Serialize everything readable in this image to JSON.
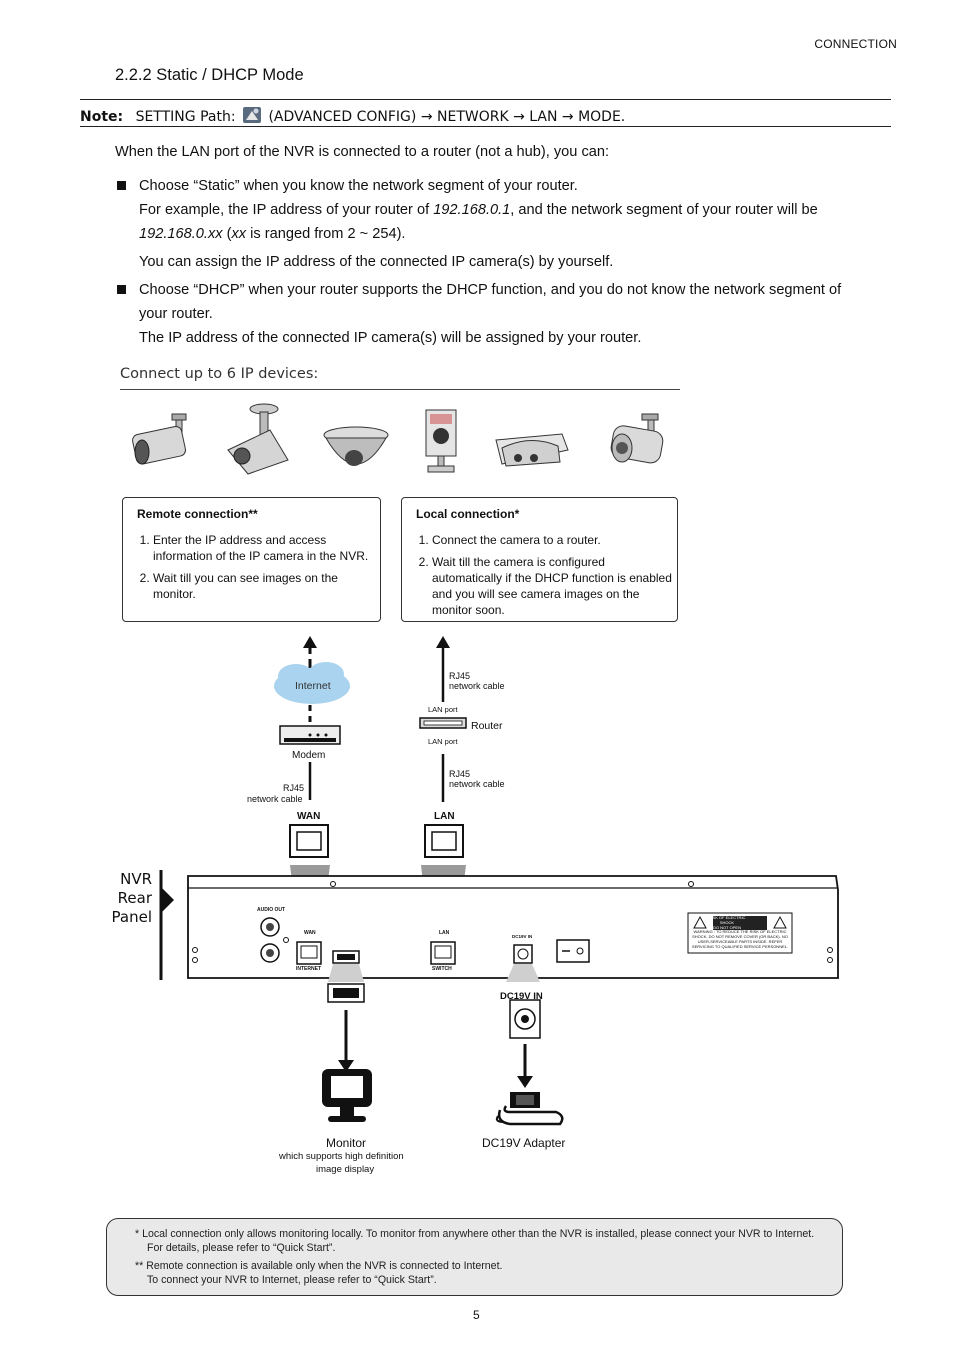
{
  "header": {
    "section_name": "CONNECTION"
  },
  "section_title": "2.2.2 Static / DHCP Mode",
  "note": {
    "label": "Note:",
    "prefix": "SETTING Path:",
    "path": "(ADVANCED CONFIG) → NETWORK → LAN → MODE."
  },
  "intro": "When the LAN port of the NVR is connected to a router (not a hub), you can:",
  "bullets": [
    {
      "line1": "Choose “Static” when you know the network segment of your router.",
      "line2a": "For example, the IP address of your router of ",
      "line2b": "192.168.0.1",
      "line2c": ", and the network segment of your router will be",
      "line3a": "192.168.0.xx",
      "line3b": " (",
      "line3c": "xx",
      "line3d": " is ranged from 2 ~ 254).",
      "line4": "You can assign the IP address of the connected IP camera(s) by yourself."
    },
    {
      "line1": "Choose “DHCP” when your router supports the DHCP function, and you do not know the network segment of",
      "line2": "your router.",
      "line3": "The IP address of the connected IP camera(s) will be assigned by your router."
    }
  ],
  "diagram": {
    "subtitle": "Connect up to 6 IP devices:",
    "remote_box": {
      "title": "Remote connection**",
      "items": [
        "Enter the IP address and access information of the IP camera in the NVR.",
        "Wait till you can see images on the monitor."
      ]
    },
    "local_box": {
      "title": "Local connection*",
      "items": [
        "Connect the camera to a router.",
        "Wait till the camera is configured automatically if the DHCP function is enabled and you will see camera images on the monitor soon."
      ]
    },
    "labels": {
      "internet": "Internet",
      "rj45": "RJ45",
      "network_cable": "network cable",
      "lan_port": "LAN port",
      "router": "Router",
      "modem": "Modem",
      "wan": "WAN",
      "lan": "LAN",
      "nvr_1": "NVR",
      "nvr_2": "Rear",
      "nvr_3": "Panel",
      "audio_out": "AUDIO OUT",
      "wan_small": "WAN",
      "internet_small": "INTERNET",
      "lan_small": "LAN",
      "switch_small": "SWITCH",
      "dc_small": "DC19V IN",
      "dc19v_in": "DC19V IN",
      "monitor": "Monitor",
      "monitor_desc1": "which supports high definition",
      "monitor_desc2": "image display",
      "adapter": "DC19V Adapter",
      "warn_1": "RISK OF ELECTRIC SHOCK",
      "warn_2": "DO NOT OPEN",
      "warn_3": "WARNING : TO REDUCE THE RISK OF ELECTRIC",
      "warn_4": "SHOCK, DO NOT REMOVE COVER (OR BACK). NO",
      "warn_5": "USER-SERVICEABLE PARTS INSIDE. REFER",
      "warn_6": "SERVICING TO QUALIFIED SERVICE PERSONNEL."
    }
  },
  "footnote": {
    "l1": "*  Local connection only allows monitoring locally. To monitor from anywhere other than the NVR is installed, please connect your NVR to Internet.",
    "l2": "For details, please refer to “Quick Start”.",
    "l3": "** Remote connection is available only when the NVR is connected to Internet.",
    "l4": "To connect your NVR to Internet, please refer to “Quick Start”."
  },
  "page_number": "5"
}
